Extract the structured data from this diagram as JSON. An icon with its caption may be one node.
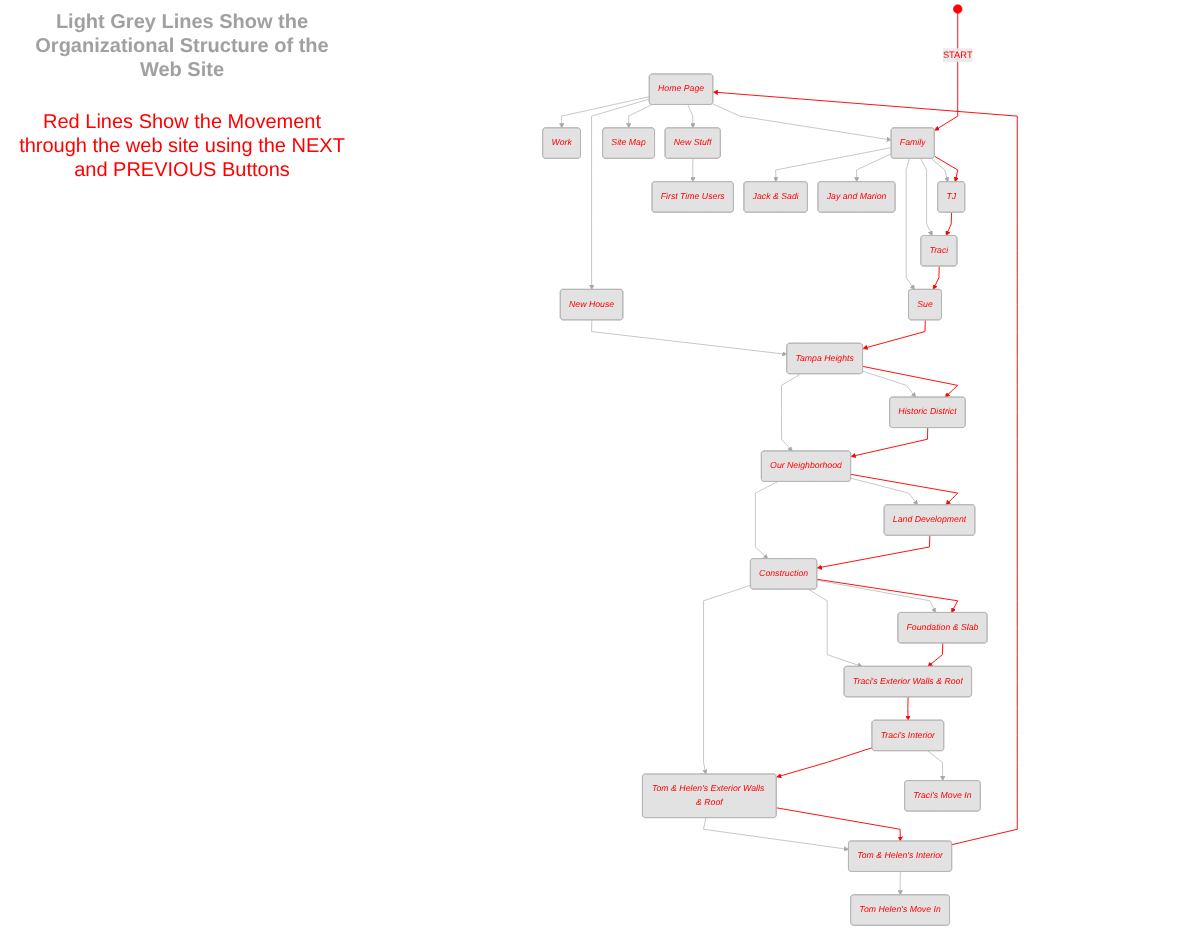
{
  "diagram": {
    "nodes": [
      {
        "text": [
          "Home Page"
        ]
      },
      {
        "text": [
          "Work"
        ]
      },
      {
        "text": [
          "Family"
        ]
      },
      {
        "text": [
          "Site Map"
        ]
      },
      {
        "text": [
          "New House"
        ]
      },
      {
        "text": [
          "New Stuff"
        ]
      },
      {
        "text": [
          "TJ"
        ]
      },
      {
        "text": [
          "Traci"
        ]
      },
      {
        "text": [
          "Sue"
        ]
      },
      {
        "text": [
          "Tampa Heights"
        ]
      },
      {
        "text": [
          "First Time Users"
        ]
      },
      {
        "text": [
          "Jack & Sadi"
        ]
      },
      {
        "text": [
          "Jay and Marion"
        ]
      },
      {
        "text": [
          "Our Neighborhood"
        ]
      },
      {
        "text": [
          "Historic District"
        ]
      },
      {
        "text": [
          "Land Development"
        ]
      },
      {
        "text": [
          "Construction"
        ]
      },
      {
        "text": [
          "Foundation & Slab"
        ]
      },
      {
        "text": [
          "Traci's Exterior Walls & Roof"
        ]
      },
      {
        "text": [
          "Tom & Helen's Exterior Walls & Roof"
        ]
      },
      {
        "text": [
          "Traci's Interior"
        ]
      },
      {
        "text": [
          "Tom & Helen's Interior"
        ]
      },
      {
        "text": [
          "Traci's Move In"
        ]
      },
      {
        "text": [
          "Tom Helen's Move In"
        ]
      }
    ],
    "edges": [
      {
        "from": 0,
        "to": 1,
        "arrow": "to"
      },
      {
        "from": 0,
        "to": 2,
        "arrow": "to"
      },
      {
        "from": 0,
        "to": 3,
        "arrow": "to"
      },
      {
        "from": 0,
        "to": 4,
        "arrow": "to"
      },
      {
        "from": 0,
        "to": 5,
        "arrow": "to"
      },
      {
        "from": 2,
        "to": 6,
        "arrow": "to"
      },
      {
        "from": 2,
        "to": 7,
        "arrow": "to"
      },
      {
        "from": 2,
        "to": 8,
        "arrow": "to"
      },
      {
        "from": 2,
        "to": 11,
        "arrow": "to"
      },
      {
        "from": 2,
        "to": 12,
        "arrow": "to"
      },
      {
        "from": 4,
        "to": 9,
        "arrow": "to"
      },
      {
        "from": 5,
        "to": 10,
        "arrow": "to"
      },
      {
        "from": 9,
        "to": 13,
        "arrow": "to"
      },
      {
        "from": 9,
        "to": 14,
        "arrow": "to"
      },
      {
        "from": 13,
        "to": 15,
        "arrow": "to"
      },
      {
        "from": 13,
        "to": 16,
        "arrow": "to"
      },
      {
        "from": 16,
        "to": 17,
        "arrow": "to"
      },
      {
        "from": 16,
        "to": 18,
        "arrow": "to"
      },
      {
        "from": 16,
        "to": 19,
        "arrow": "to"
      },
      {
        "from": 19,
        "to": 21,
        "arrow": "to"
      },
      {
        "from": 21,
        "to": 23,
        "arrow": "to"
      },
      {
        "from": 20,
        "to": 22,
        "arrow": "to"
      },
      {
        "from": null,
        "to": 2,
        "arrow": "to",
        "label": "START",
        "color": "#ff0000"
      },
      {
        "from": 2,
        "to": 6,
        "arrow": "to",
        "color": "#ff0000"
      },
      {
        "from": 6,
        "to": 7,
        "arrow": "to",
        "color": "#ff0000"
      },
      {
        "from": 7,
        "to": 8,
        "arrow": "to",
        "color": "#ff0000"
      },
      {
        "from": 8,
        "to": 9,
        "arrow": "to",
        "color": "#ff0000"
      },
      {
        "from": 9,
        "to": 14,
        "arrow": "to",
        "color": "#ff0000"
      },
      {
        "from": 14,
        "to": 13,
        "arrow": "to",
        "color": "#ff0000"
      },
      {
        "from": 13,
        "to": 15,
        "arrow": "to",
        "color": "#ff0000"
      },
      {
        "from": 15,
        "to": 16,
        "arrow": "to",
        "color": "#ff0000"
      },
      {
        "from": 16,
        "to": 17,
        "arrow": "to",
        "color": "#ff0000"
      },
      {
        "from": 17,
        "to": 18,
        "arrow": "to",
        "color": "#ff0000"
      },
      {
        "from": 18,
        "to": 20,
        "arrow": "to",
        "color": "#ff0000"
      },
      {
        "from": 20,
        "to": 19,
        "arrow": "to",
        "color": "#ff0000"
      },
      {
        "from": 19,
        "to": 21,
        "arrow": "to",
        "color": "#ff0000"
      },
      {
        "from": 21,
        "to": 0,
        "arrow": "to",
        "color": "#ff0000"
      }
    ],
    "labels": [
      "Light Grey Lines Show the Organizational Structure of the Web Site",
      "Red Lines Show the Movement through the web site using the NEXT and PREVIOUS Buttons"
    ]
  }
}
